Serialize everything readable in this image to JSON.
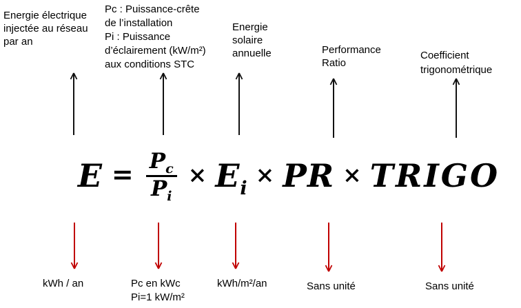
{
  "colors": {
    "black_arrow": "#111111",
    "red_arrow": "#c00000",
    "text": "#000000",
    "background": "#ffffff"
  },
  "top_annotations": [
    {
      "text": "Energie électrique\ninjectée au réseau\npar an",
      "icon": "arrow-up"
    },
    {
      "text": "Pc : Puissance-crête\nde l’installation\nPi : Puissance\nd’éclairement (kW/m²)\naux conditions STC",
      "icon": "arrow-up"
    },
    {
      "text": "Energie\nsolaire\nannuelle",
      "icon": "arrow-up"
    },
    {
      "text": "Performance\nRatio",
      "icon": "arrow-up"
    },
    {
      "text": "Coefficient\ntrigonométrique",
      "icon": "arrow-up"
    }
  ],
  "formula": {
    "result": "E",
    "equals_sign": "=",
    "fraction": {
      "numerator_base": "P",
      "numerator_subscript": "c",
      "denominator_base": "P",
      "denominator_subscript": "i"
    },
    "multiply_sign": "×",
    "energy_base": "E",
    "energy_subscript": "i",
    "performance_ratio": "PR",
    "trigo": "TRIGO"
  },
  "bottom_annotations": [
    {
      "text": "kWh / an",
      "icon": "arrow-down"
    },
    {
      "text": "Pc en kWc\nPi=1 kW/m²",
      "icon": "arrow-down"
    },
    {
      "text": "kWh/m²/an",
      "icon": "arrow-down"
    },
    {
      "text": "Sans unité",
      "icon": "arrow-down"
    },
    {
      "text": "Sans unité",
      "icon": "arrow-down"
    }
  ]
}
